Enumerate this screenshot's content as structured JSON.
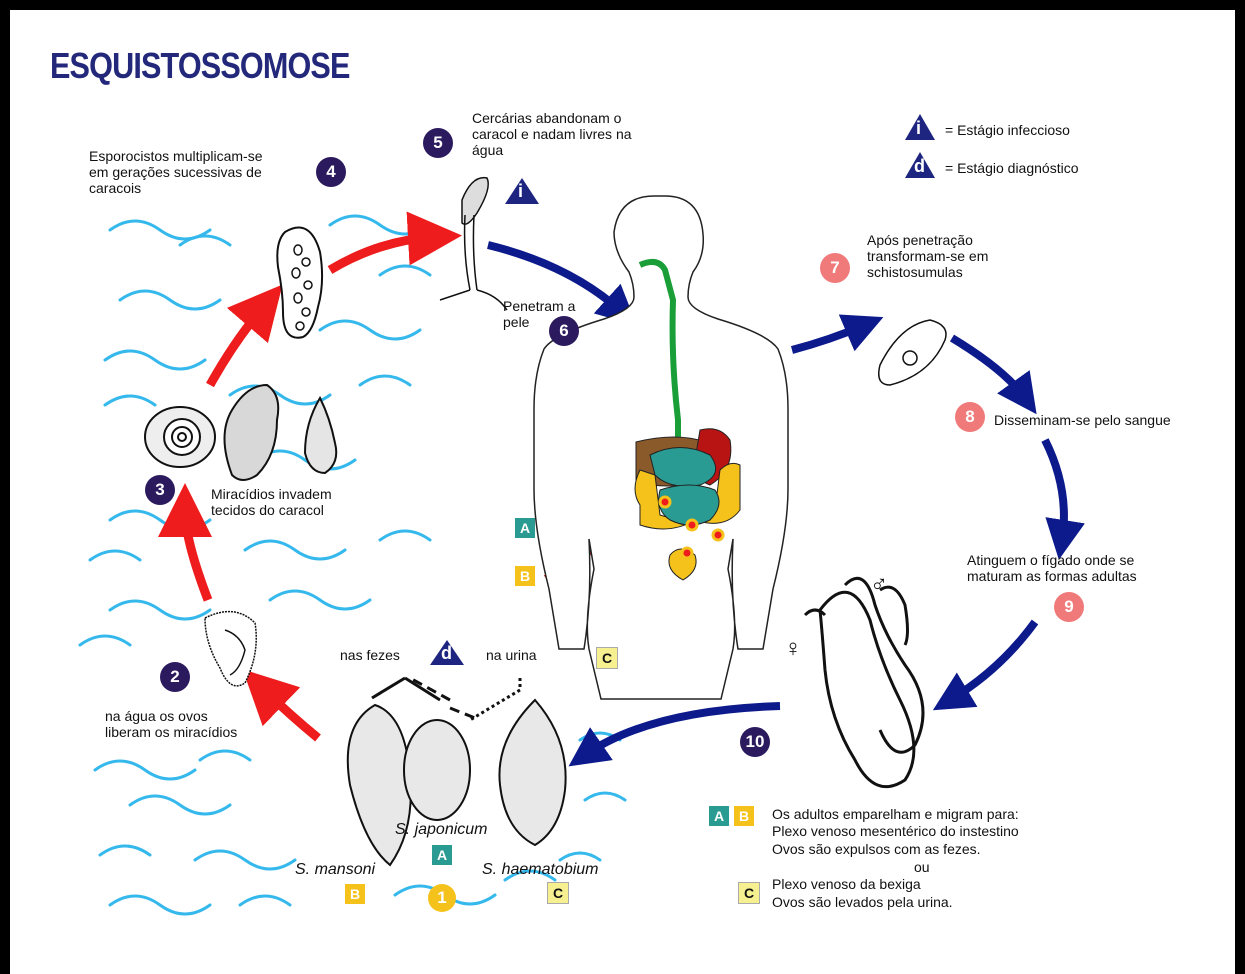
{
  "title": "ESQUISTOSSOMOSE",
  "legend": {
    "infectious_symbol": "i",
    "infectious_label": "= Estágio infeccioso",
    "diagnostic_symbol": "d",
    "diagnostic_label": "= Estágio diagnóstico"
  },
  "steps": {
    "s1": "1",
    "s2": "2",
    "s3": "3",
    "s4": "4",
    "s5": "5",
    "s6": "6",
    "s7": "7",
    "s8": "8",
    "s9": "9",
    "s10": "10"
  },
  "captions": {
    "step2": "na água os ovos\nliberam os miracídios",
    "step3": "Miracídios invadem\ntecidos do caracol",
    "step4": "Esporocistos multiplicam-se\nem gerações sucessivas de\ncaracois",
    "step5": "Cercárias abandonam o\ncaracol e nadam livres na\nágua",
    "step6": "Penetram a\npele",
    "step7": "Após penetração\ntransformam-se em\nschistosumulas",
    "step8": "Disseminam-se pelo sangue",
    "step9": "Atinguem o fígado onde se\nmaturam as formas adultas",
    "feces": "nas fezes",
    "urine": "na urina"
  },
  "species": {
    "mansoni": "S. mansoni",
    "japonicum": "S. japonicum",
    "haematobium": "S. haematobium"
  },
  "labels": {
    "A": "A",
    "B": "B",
    "C": "C",
    "i": "i",
    "d": "d"
  },
  "symbols": {
    "male": "♂",
    "female": "♀"
  },
  "notes": {
    "ab_line1": "Os adultos emparelham e migram para:",
    "ab_line2": "Plexo venoso mesentérico do instestino",
    "ab_line3": "Ovos são expulsos com as fezes.",
    "or": "ou",
    "c_line1": "Plexo venoso da bexiga",
    "c_line2": "Ovos são levados pela urina."
  },
  "colors": {
    "title": "#23287a",
    "dark_step": "#2b1a5e",
    "pink_step": "#f07a7a",
    "red_arrow": "#ee1c1c",
    "blue_arrow": "#0d1a8c",
    "water": "#35b8ec"
  }
}
